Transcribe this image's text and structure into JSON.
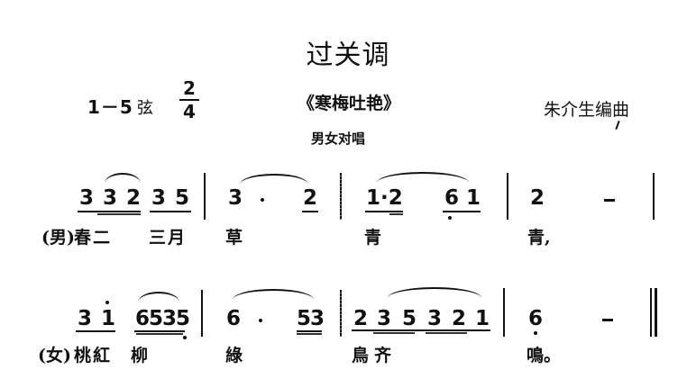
{
  "header": {
    "title": "过关调",
    "key": "1－5",
    "key_suffix": "弦",
    "time_signature": {
      "numerator": "2",
      "denominator": "4"
    },
    "subtitle": "《寒梅吐艳》",
    "performance": "男女对唱",
    "composer": "朱介生编曲"
  },
  "line1": {
    "measures": [
      {
        "notes": [
          "3",
          "3",
          "2",
          "3",
          "5"
        ]
      },
      {
        "notes": [
          "3",
          "·",
          "2"
        ]
      },
      {
        "notes": [
          "1·2",
          "6",
          "1"
        ]
      },
      {
        "notes": [
          "2",
          "－"
        ]
      }
    ],
    "lyrics": {
      "role": "(男)",
      "m1a": "春二",
      "m1b": "三月",
      "m2": "草",
      "m3": "青",
      "m4": "青,"
    }
  },
  "line2": {
    "measures": [
      {
        "notes": [
          "3",
          "1",
          "6535"
        ]
      },
      {
        "notes": [
          "6",
          "·",
          "53"
        ]
      },
      {
        "notes": [
          "2",
          "3",
          "5",
          "3",
          "2",
          "1"
        ]
      },
      {
        "notes": [
          "6",
          "－"
        ]
      }
    ],
    "lyrics": {
      "role": "(女)",
      "m1a": "桃紅",
      "m1b": "柳",
      "m2": "綠",
      "m3": "鳥齐",
      "m4": "鳴。"
    }
  }
}
